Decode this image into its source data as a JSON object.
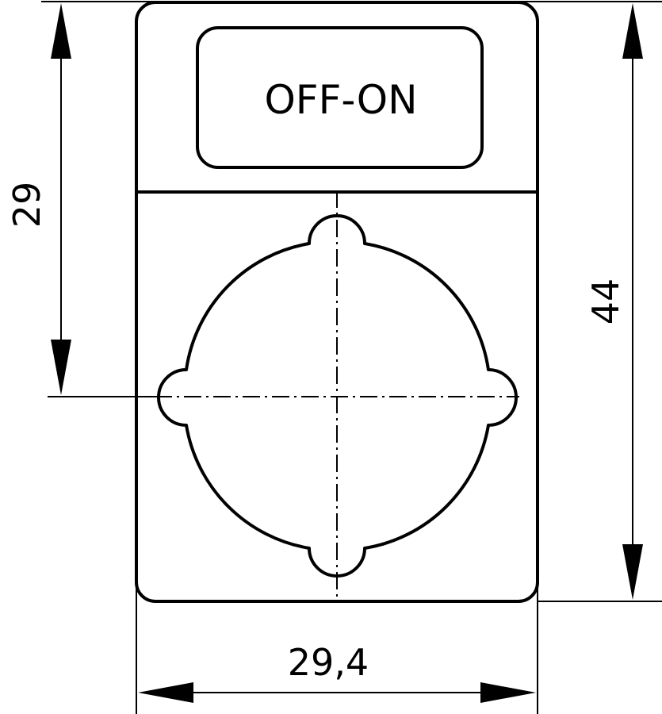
{
  "plate": {
    "legend": "OFF-ON"
  },
  "dimensions": {
    "height_to_center": "29",
    "total_height": "44",
    "width": "29,4"
  }
}
